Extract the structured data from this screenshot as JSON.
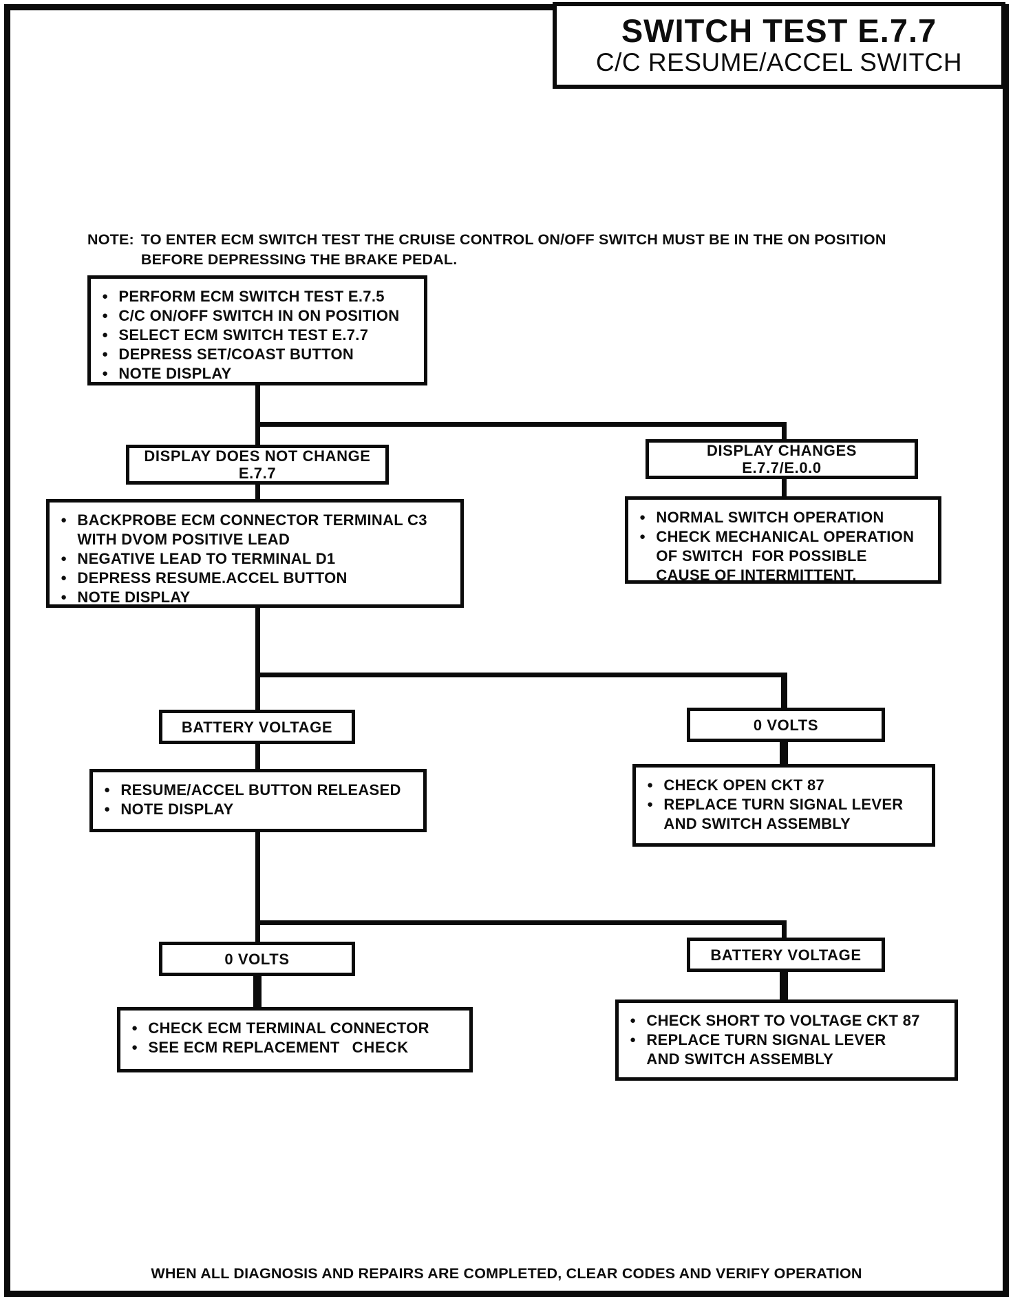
{
  "icons": {
    "bullet": "●"
  },
  "header": {
    "title": "SWITCH TEST E.7.7",
    "subtitle": "C/C RESUME/ACCEL SWITCH"
  },
  "note": {
    "label": "NOTE:",
    "text": "TO ENTER ECM SWITCH TEST THE CRUISE CONTROL ON/OFF SWITCH MUST BE IN THE ON POSITION\nBEFORE DEPRESSING THE BRAKE PEDAL."
  },
  "flowchart": {
    "start": {
      "items": [
        "PERFORM ECM SWITCH TEST E.7.5",
        "C/C ON/OFF SWITCH IN ON POSITION",
        "SELECT ECM SWITCH TEST E.7.7",
        "DEPRESS SET/COAST BUTTON",
        "NOTE DISPLAY"
      ]
    },
    "display_no_change": {
      "line1": "DISPLAY DOES NOT CHANGE",
      "line2": "E.7.7"
    },
    "display_changes": {
      "line1": "DISPLAY CHANGES",
      "line2": "E.7.7/E.0.0"
    },
    "backprobe": {
      "items": [
        "BACKPROBE ECM CONNECTOR TERMINAL C3\nWITH DVOM POSITIVE LEAD",
        "NEGATIVE LEAD TO TERMINAL D1",
        "DEPRESS RESUME.ACCEL BUTTON",
        "NOTE DISPLAY"
      ]
    },
    "normal_operation": {
      "items": [
        "NORMAL SWITCH OPERATION",
        "CHECK MECHANICAL OPERATION\nOF SWITCH  FOR POSSIBLE\nCAUSE OF INTERMITTENT."
      ]
    },
    "battery_voltage_1": {
      "label": "BATTERY VOLTAGE"
    },
    "zero_volts_1": {
      "label": "0 VOLTS"
    },
    "resume_released": {
      "items": [
        "RESUME/ACCEL BUTTON RELEASED",
        "NOTE DISPLAY"
      ]
    },
    "check_open": {
      "items": [
        "CHECK OPEN CKT 87",
        "REPLACE TURN SIGNAL LEVER\nAND SWITCH ASSEMBLY"
      ]
    },
    "zero_volts_2": {
      "label": "0 VOLTS"
    },
    "battery_voltage_2": {
      "label": "BATTERY VOLTAGE"
    },
    "check_ecm": {
      "items": [
        "CHECK ECM TERMINAL CONNECTOR",
        "SEE ECM REPLACEMENT"
      ],
      "suffix": "CHECK"
    },
    "check_short": {
      "items": [
        "CHECK SHORT TO VOLTAGE CKT 87",
        "REPLACE TURN SIGNAL LEVER\nAND SWITCH ASSEMBLY"
      ]
    }
  },
  "footer": {
    "text": "WHEN ALL DIAGNOSIS AND REPAIRS ARE COMPLETED, CLEAR CODES AND VERIFY OPERATION"
  }
}
